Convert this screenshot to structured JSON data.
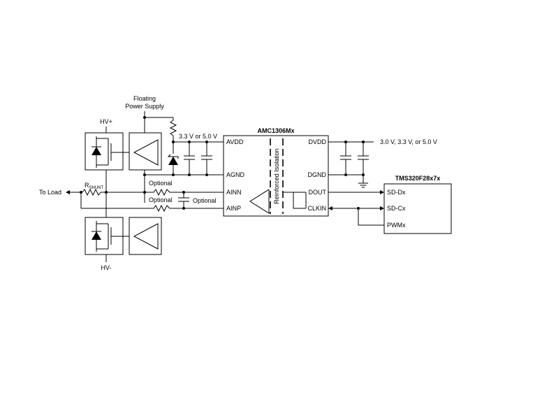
{
  "supply": {
    "line1": "Floating",
    "line2": "Power Supply"
  },
  "hv_plus": "HV+",
  "hv_minus": "HV-",
  "to_load": "To Load",
  "shunt": {
    "main": "R",
    "sub": "SHUNT"
  },
  "avdd_voltage": "3.3 V or 5.0 V",
  "dvdd_voltage": "3.0 V, 3.3 V, or 5.0 V",
  "optional_labels": [
    "Optional",
    "Optional",
    "Optional"
  ],
  "amc": {
    "name": "AMC1306Mx",
    "left_pins": [
      "AVDD",
      "AGND",
      "AINN",
      "AINP"
    ],
    "right_pins": [
      "DVDD",
      "DGND",
      "DOUT",
      "CLKIN"
    ],
    "isolation_label": "Reinforced Isolation"
  },
  "mcu": {
    "name": "TMS320F28x7x",
    "pins": [
      "SD-Dx",
      "SD-Cx",
      "PWMx"
    ]
  }
}
